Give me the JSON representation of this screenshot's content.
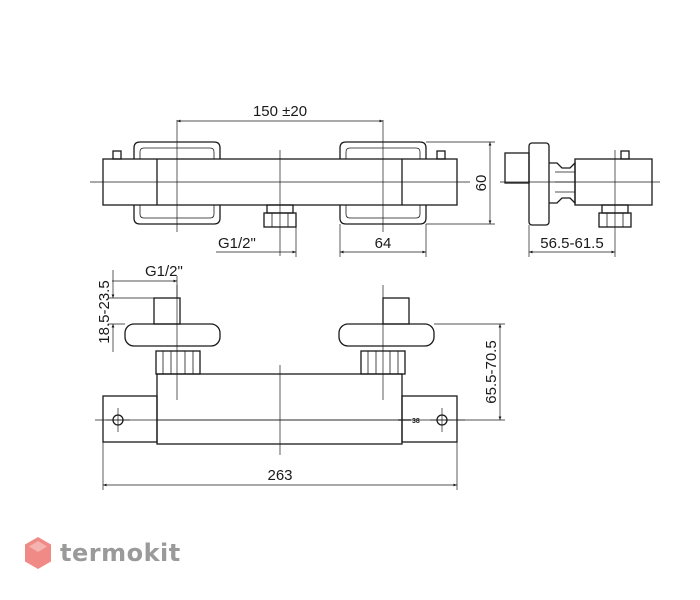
{
  "dimensions": {
    "spacing": "150 ±20",
    "thread_top": "G1/2\"",
    "width_64": "64",
    "height_60": "60",
    "depth_range": "56.5-61.5",
    "thread_side": "G1/2\"",
    "offset_range": "18.5-23.5",
    "height_range": "65.5-70.5",
    "total_length": "263",
    "marking": "38"
  },
  "logo": {
    "text": "termokit",
    "text_color": "#9a9a9a",
    "mark_color": "#f08a86"
  }
}
